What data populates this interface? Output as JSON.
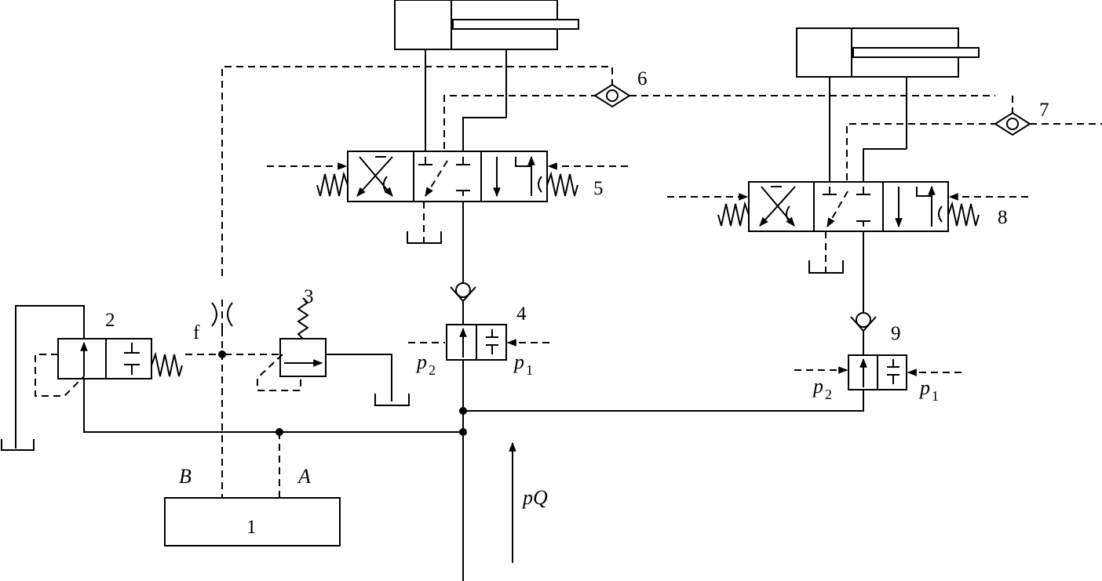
{
  "labels": {
    "c1": "1",
    "c2": "2",
    "c3": "3",
    "c4": "4",
    "c5": "5",
    "c6": "6",
    "c7": "7",
    "c8": "8",
    "c9": "9",
    "orifice": "f",
    "port_a": "A",
    "port_b": "B",
    "flow": "pQ",
    "p_letter": "p",
    "sub_1": "1",
    "sub_2": "2"
  },
  "colors": {
    "line": "#000000",
    "background": "#ffffff"
  },
  "icons": [
    "arrow-icon",
    "spring-icon",
    "check-valve-icon",
    "tank-icon",
    "junction-dot-icon"
  ]
}
